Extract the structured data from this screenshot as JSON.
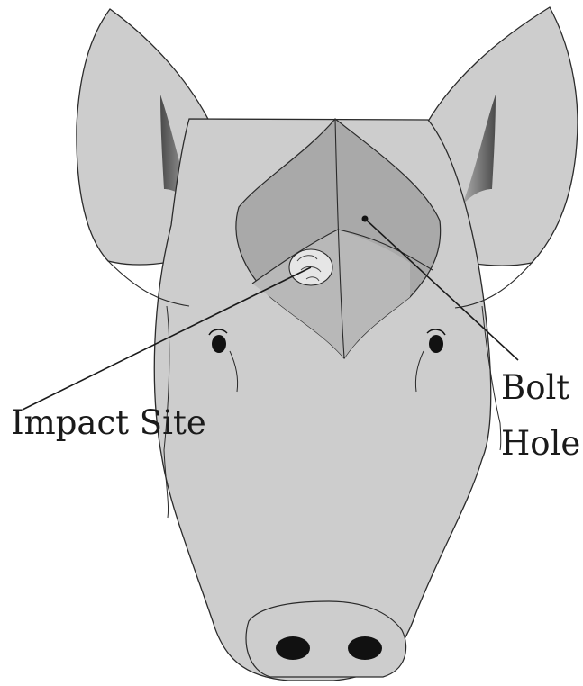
{
  "labels": {
    "impact_site": "Impact Site",
    "bolt_hole_line1": "Bolt",
    "bolt_hole_line2": "Hole"
  },
  "colors": {
    "skin": "#cdcdcd",
    "skin_stroke": "#2a2a2a",
    "skull_region": "#a9a9a9",
    "lower_region": "#b8b8b8",
    "impact_fill": "#e6e6e6",
    "feature": "#111111",
    "leader_line": "#1a1a1a"
  }
}
